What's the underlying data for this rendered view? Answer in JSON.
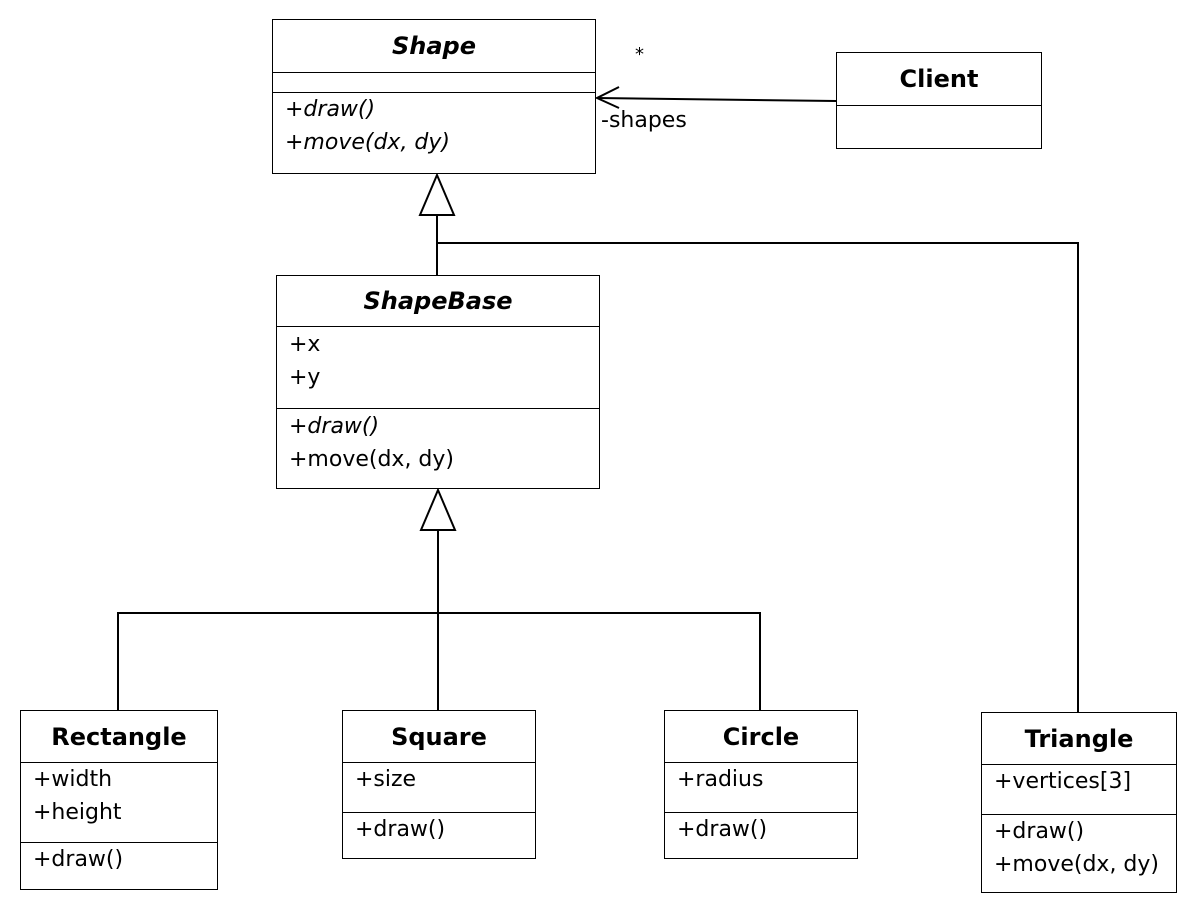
{
  "classes": {
    "shape": {
      "name": "Shape",
      "attributes": [],
      "operations": [
        "+draw()",
        "+move(dx, dy)"
      ]
    },
    "client": {
      "name": "Client",
      "attributes": [],
      "operations": []
    },
    "shape_base": {
      "name": "ShapeBase",
      "attributes": [
        "+x",
        "+y"
      ],
      "operations": [
        "+draw()",
        "+move(dx, dy)"
      ]
    },
    "rectangle": {
      "name": "Rectangle",
      "attributes": [
        "+width",
        "+height"
      ],
      "operations": [
        "+draw()"
      ]
    },
    "square": {
      "name": "Square",
      "attributes": [
        "+size"
      ],
      "operations": [
        "+draw()"
      ]
    },
    "circle": {
      "name": "Circle",
      "attributes": [
        "+radius"
      ],
      "operations": [
        "+draw()"
      ]
    },
    "triangle": {
      "name": "Triangle",
      "attributes": [
        "+vertices[3]"
      ],
      "operations": [
        "+draw()",
        "+move(dx, dy)"
      ]
    }
  },
  "association": {
    "role": "-shapes",
    "multiplicity": "*"
  }
}
